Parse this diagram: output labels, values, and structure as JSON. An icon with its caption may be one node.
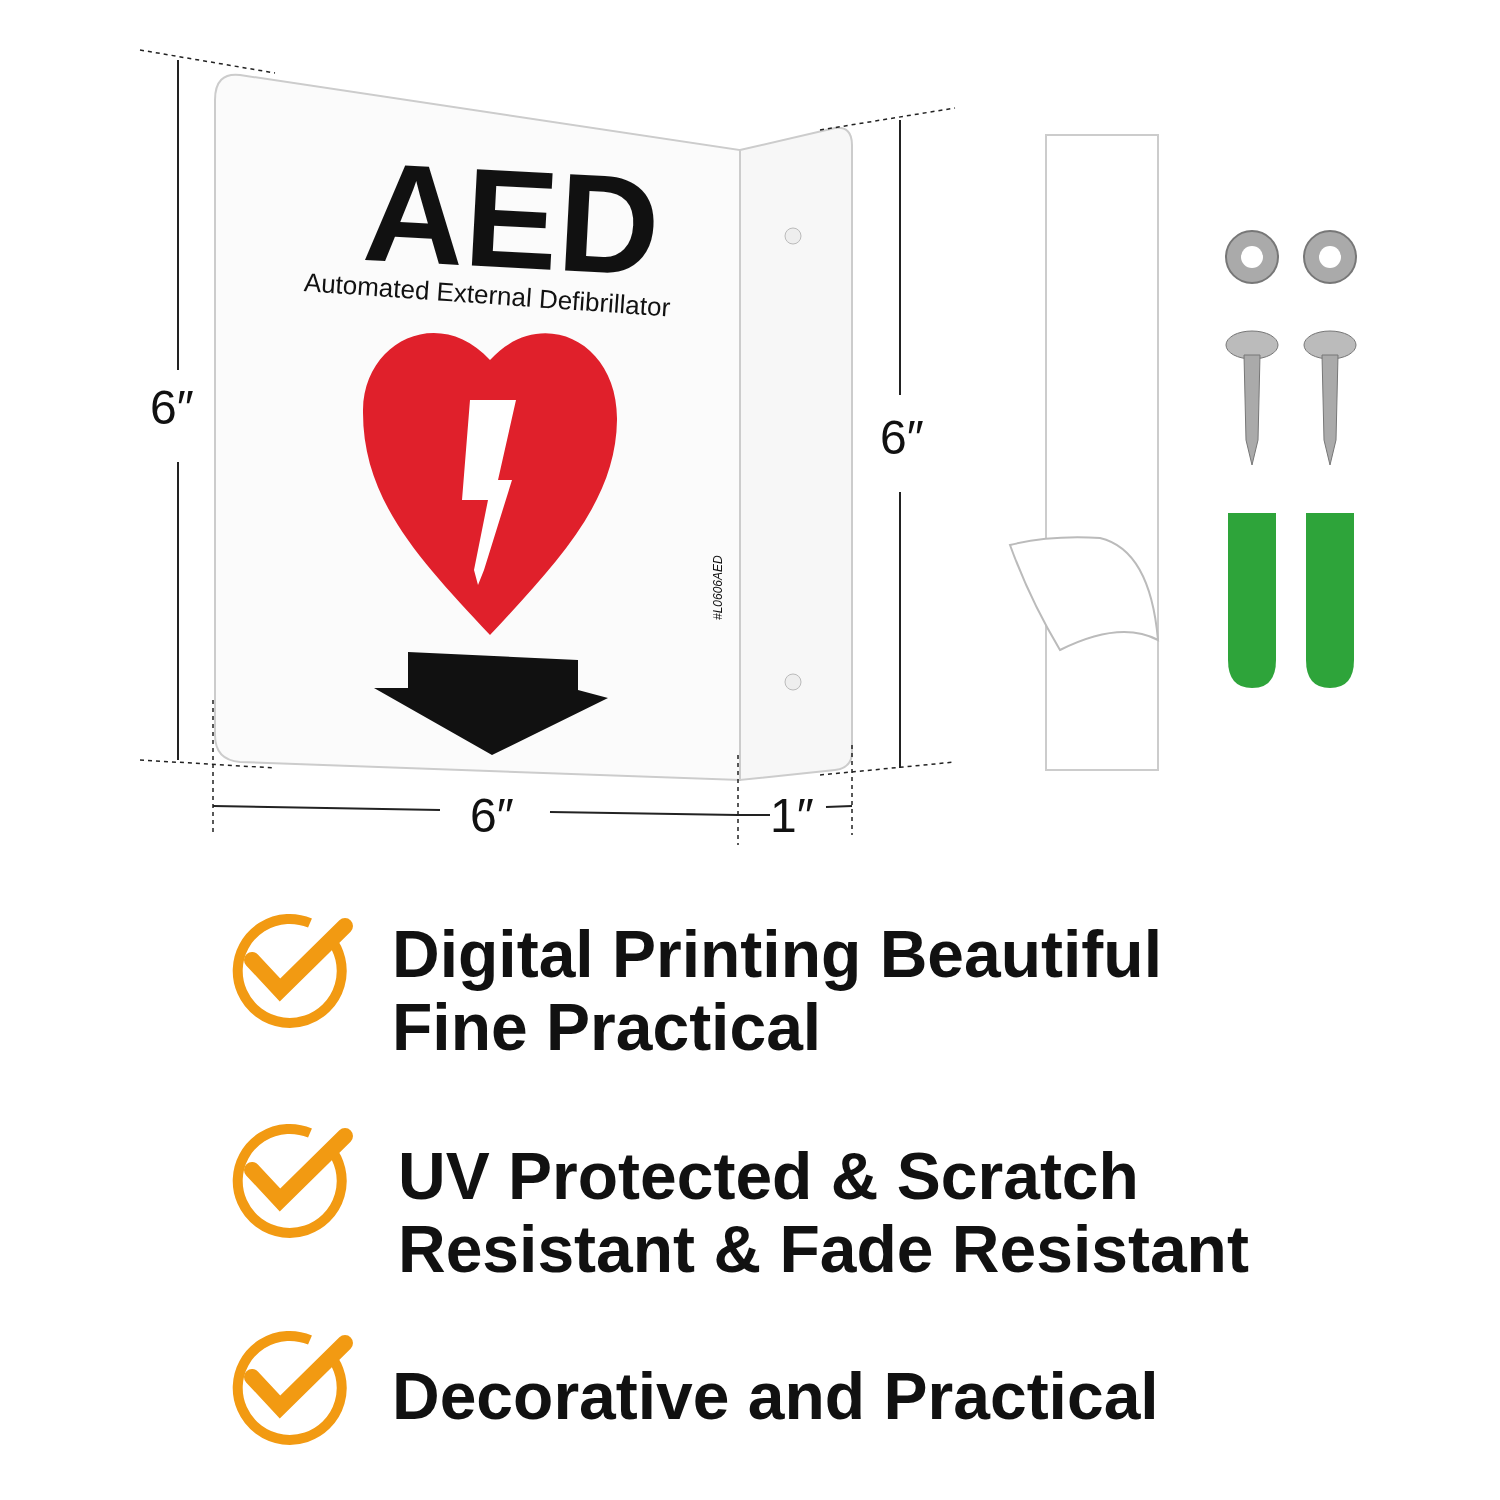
{
  "diagram": {
    "labels": [
      "AED",
      "Automated External Defibrillator",
      "6″",
      "#L0606AED",
      "6″",
      "6″",
      "1″",
      "Digital Printing Beautiful Fine Practical",
      "UV Protected & Scratch Resistant & Fade Resistant",
      "Decorative and Practical"
    ]
  }
}
